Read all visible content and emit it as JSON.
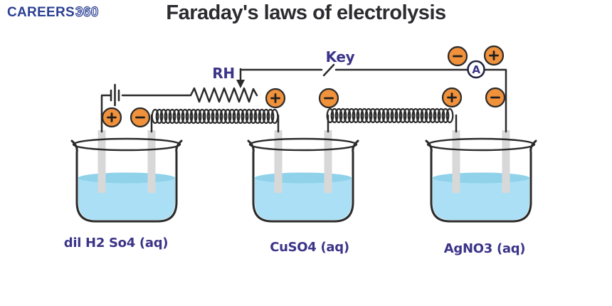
{
  "logo": {
    "brand": "CAREERS",
    "suffix": "360"
  },
  "title": "Faraday's laws of electrolysis",
  "circuit": {
    "rheostat_label": "RH",
    "key_label": "Key",
    "ammeter_label": "A",
    "polarity_badges": [
      "+",
      "−",
      "+",
      "−",
      "+",
      "−",
      "−",
      "+"
    ]
  },
  "beakers": [
    {
      "label": "dil H2 So4 (aq)"
    },
    {
      "label": "CuSO4 (aq)"
    },
    {
      "label": "AgNO3 (aq)"
    }
  ],
  "colors": {
    "accent_indigo": "#3b3488",
    "badge_orange": "#f0913b",
    "wire": "#2b2b2b",
    "liquid": "#abdff5",
    "liquid_surface": "#8fd2ea",
    "electrode": "#d8d8d8",
    "logo_blue": "#2b4094",
    "title_ink": "#2b2b30"
  }
}
